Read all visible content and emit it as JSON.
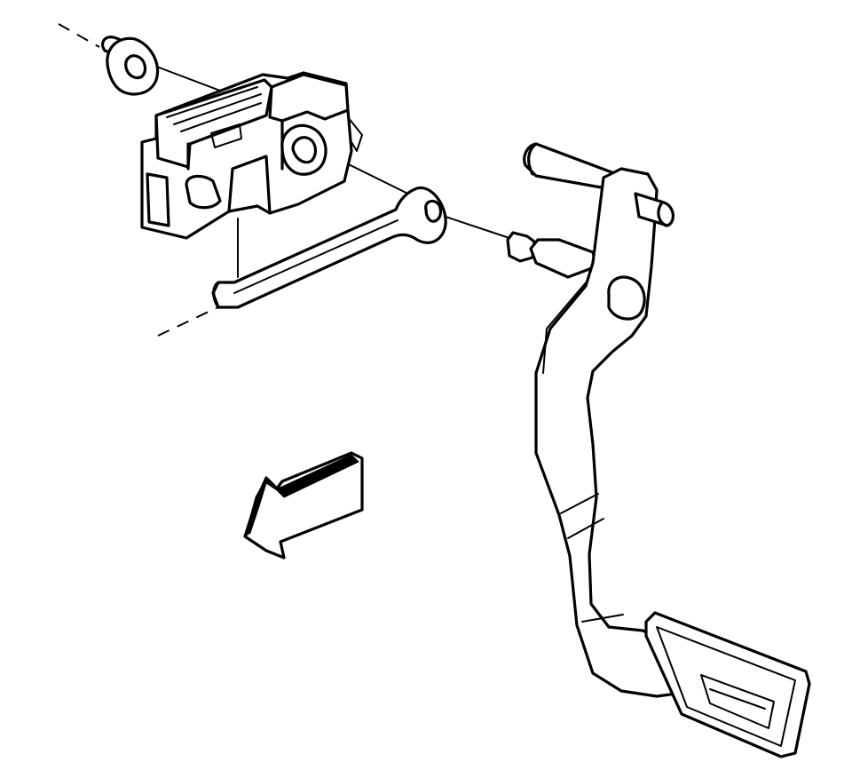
{
  "figure": {
    "kind": "exploded parts illustration",
    "components": [
      "retainer-nut",
      "brake-light-switch",
      "pushrod",
      "pedal-pin",
      "pivot-shaft",
      "brake-pedal",
      "direction-arrow"
    ],
    "colors": {
      "line": "#000000",
      "background": "#ffffff",
      "arrow_face": "#000000"
    },
    "icons": {
      "direction_arrow": "arrow-left-down-icon"
    }
  }
}
